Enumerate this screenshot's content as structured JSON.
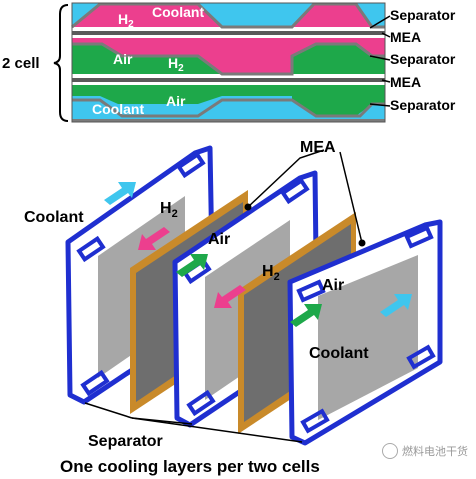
{
  "top_diagram": {
    "bracket_label": "2 cell",
    "right_labels": [
      "Separator",
      "MEA",
      "Separator",
      "MEA",
      "Separator"
    ],
    "channel_labels": {
      "row1_h2": "H2",
      "row1_coolant": "Coolant",
      "row2_air": "Air",
      "row2_h2": "H2",
      "row3_coolant": "Coolant",
      "row3_air": "Air"
    }
  },
  "bottom_diagram": {
    "mea_label": "MEA",
    "coolant_left": "Coolant",
    "h2_left": "H2",
    "air_left": "Air",
    "h2_right": "H2",
    "air_right": "Air",
    "coolant_right": "Coolant",
    "separator_label": "Separator",
    "caption": "One cooling layers per two cells"
  },
  "colors": {
    "coolant": "#3fc6ee",
    "hydrogen": "#ec3f8e",
    "air": "#1ea84a",
    "separator_frame": "#1f2fd0",
    "mea_frame": "#c98a2a",
    "plate_grey": "#9c9c9c",
    "mea_grey": "#6e6e6e"
  },
  "watermark": "燃料电池干货"
}
